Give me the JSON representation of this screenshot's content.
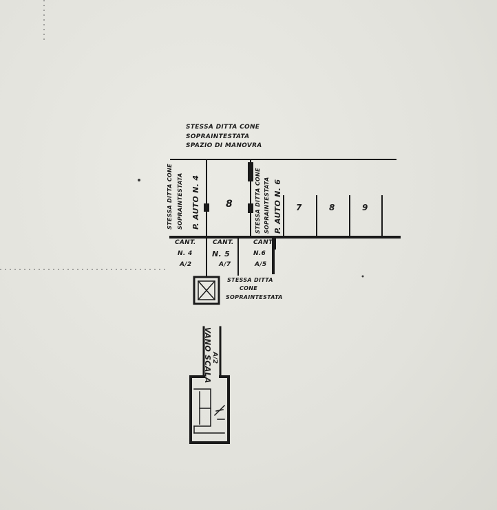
{
  "header_note": {
    "line1": "STESSA DITTA CONE",
    "line2": "SOPRAINTESTATA",
    "line3": "SPAZIO DI MANOVRA"
  },
  "left_parking": {
    "owner_line1": "STESSA DITTA CONE",
    "owner_line2": "SOPRAINTESTATA",
    "label": "P. AUTO N. 4"
  },
  "center_space": {
    "label": "8"
  },
  "right_parking": {
    "owner_line1": "STESSA DITTA CONE",
    "owner_line2": "SOPRAINTESTATA",
    "label": "P. AUTO N. 6"
  },
  "spaces": [
    {
      "label": "7"
    },
    {
      "label": "8"
    },
    {
      "label": "9"
    }
  ],
  "cantine": [
    {
      "title": "CANT.",
      "number": "N. 4",
      "cat": "A/2"
    },
    {
      "title": "CANT.",
      "number": "N. 5",
      "cat": "A/7"
    },
    {
      "title": "CANT.",
      "number": "N.6",
      "cat": "A/5"
    }
  ],
  "elevator_note": {
    "line1": "STESSA DITTA",
    "line2": "CONE",
    "line3": "SOPRAINTESTATA"
  },
  "stair": {
    "line1": "VANO SCALA",
    "line2": "A/2"
  }
}
